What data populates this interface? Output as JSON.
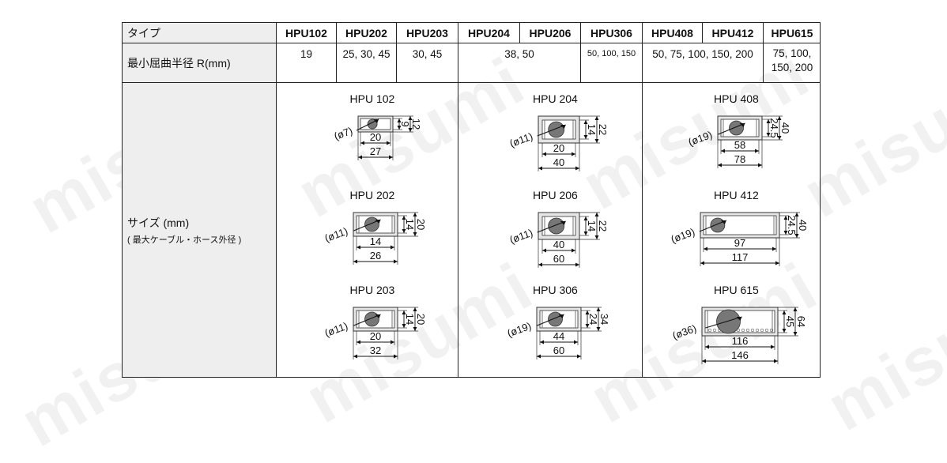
{
  "watermark": "misumi",
  "header": {
    "label": "タイプ",
    "models": [
      "HPU102",
      "HPU202",
      "HPU203",
      "HPU204",
      "HPU206",
      "HPU306",
      "HPU408",
      "HPU412",
      "HPU615"
    ]
  },
  "radius_row": {
    "label": "最小屈曲半径 R(mm)",
    "values": {
      "hpu102": "19",
      "hpu202": "25, 30, 45",
      "hpu203": "30, 45",
      "hpu204_206": "38, 50",
      "hpu306": "50, 100, 150",
      "hpu408_412": "50, 75, 100, 150, 200",
      "hpu615_l1": "75, 100,",
      "hpu615_l2": "150, 200"
    }
  },
  "size_row": {
    "label": "サイズ (mm)",
    "sublabel": "( 最大ケーブル・ホース外径 )",
    "figures": [
      {
        "key": "f102",
        "title": "HPU 102",
        "cable": "(ø7)",
        "inner_w": "20",
        "outer_w": "27",
        "inner_h": "9",
        "outer_h": "12"
      },
      {
        "key": "f202",
        "title": "HPU 202",
        "cable": "(ø11)",
        "inner_w": "14",
        "outer_w": "26",
        "inner_h": "14",
        "outer_h": "20"
      },
      {
        "key": "f203",
        "title": "HPU 203",
        "cable": "(ø11)",
        "inner_w": "20",
        "outer_w": "32",
        "inner_h": "14",
        "outer_h": "20"
      },
      {
        "key": "f204",
        "title": "HPU 204",
        "cable": "(ø11)",
        "inner_w": "20",
        "outer_w": "40",
        "inner_h": "14",
        "outer_h": "22"
      },
      {
        "key": "f206",
        "title": "HPU 206",
        "cable": "(ø11)",
        "inner_w": "40",
        "outer_w": "60",
        "inner_h": "14",
        "outer_h": "22"
      },
      {
        "key": "f306",
        "title": "HPU 306",
        "cable": "(ø19)",
        "inner_w": "44",
        "outer_w": "60",
        "inner_h": "24",
        "outer_h": "34"
      },
      {
        "key": "f408",
        "title": "HPU 408",
        "cable": "(ø19)",
        "inner_w": "58",
        "outer_w": "78",
        "inner_h": "24.5",
        "outer_h": "40"
      },
      {
        "key": "f412",
        "title": "HPU 412",
        "cable": "(ø19)",
        "inner_w": "97",
        "outer_w": "117",
        "inner_h": "24.5",
        "outer_h": "40"
      },
      {
        "key": "f615",
        "title": "HPU 615",
        "cable": "(ø36)",
        "inner_w": "116",
        "outer_w": "146",
        "inner_h": "45",
        "outer_h": "64"
      }
    ]
  }
}
